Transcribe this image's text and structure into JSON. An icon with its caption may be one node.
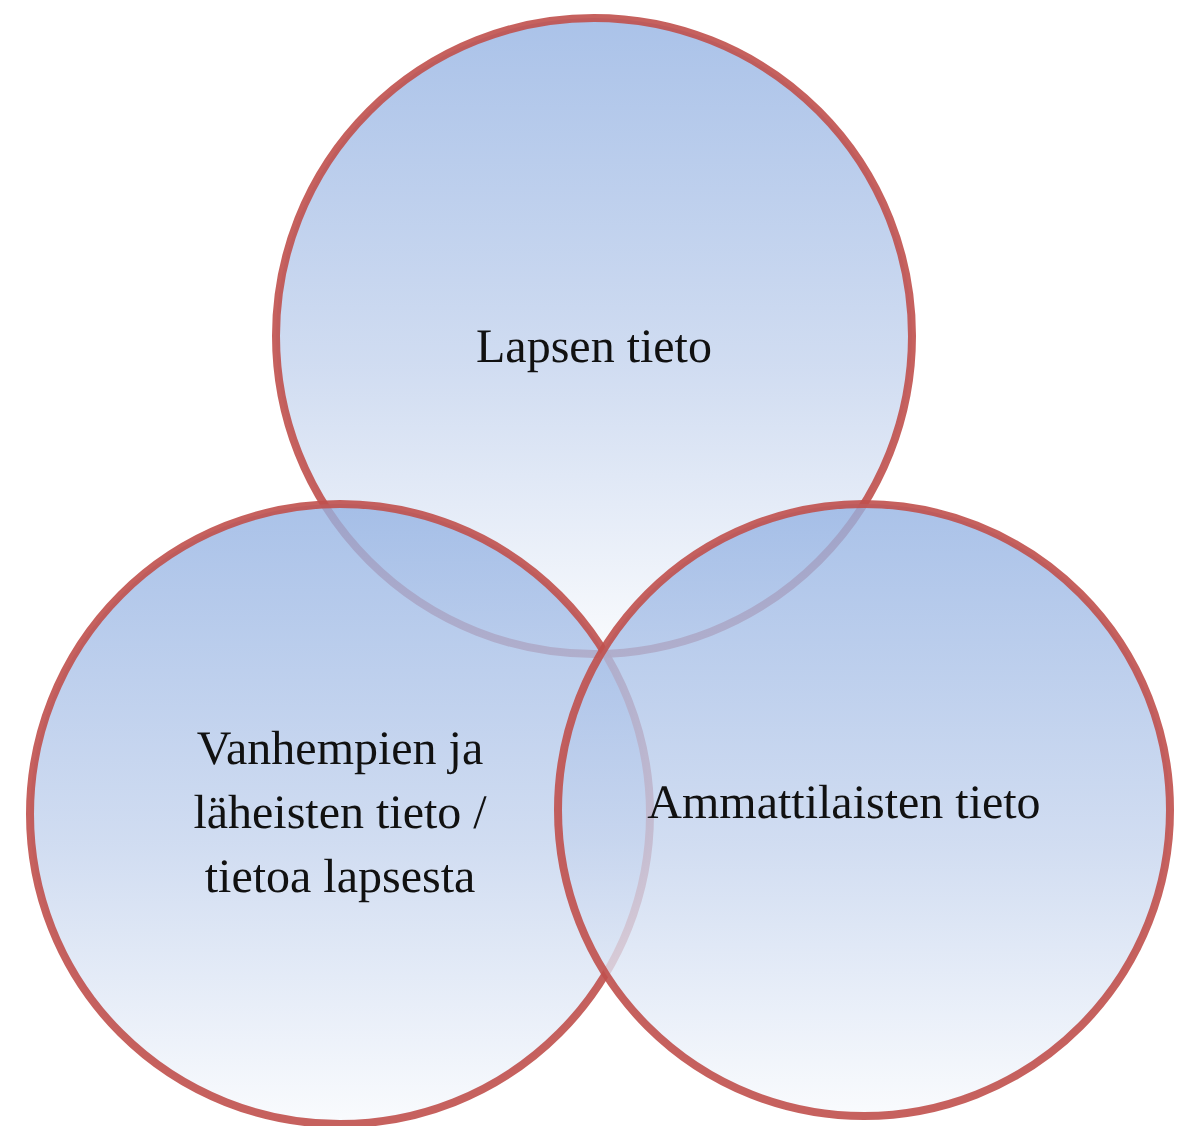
{
  "diagram": {
    "nodes": [
      {
        "text": [
          "Lapsen tieto"
        ]
      },
      {
        "text": [
          "Vanhempien ja läheisten tieto / tietoa lapsesta"
        ]
      },
      {
        "text": [
          "Ammattilaisten tieto"
        ]
      }
    ]
  }
}
